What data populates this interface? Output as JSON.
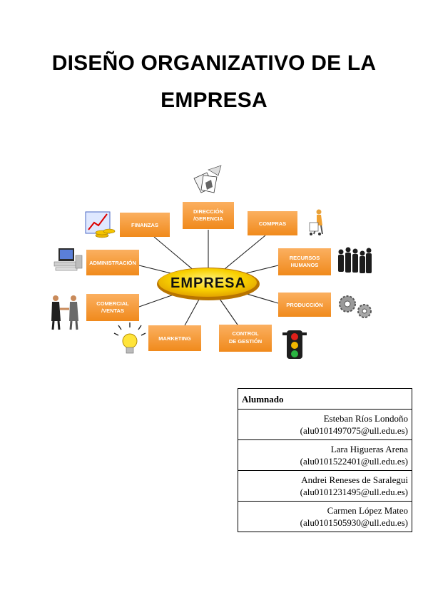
{
  "document": {
    "title_line1": "DISEÑO ORGANIZATIVO DE LA",
    "title_line2": "EMPRESA"
  },
  "diagram": {
    "center": "EMPRESA",
    "boxes": {
      "direccion": [
        "DIRECCIÓN",
        "/GERENCIA"
      ],
      "finanzas": [
        "FINANZAS"
      ],
      "compras": [
        "COMPRAS"
      ],
      "administracion": [
        "ADMINISTRACIÓN"
      ],
      "recursos": [
        "RECURSOS",
        "HUMANOS"
      ],
      "comercial": [
        "COMERCIAL",
        "/VENTAS"
      ],
      "produccion": [
        "PRODUCCIÓN"
      ],
      "marketing": [
        "MARKETING"
      ],
      "control": [
        "CONTROL",
        "DE GESTIÓN"
      ]
    },
    "icons": [
      "papers-icon",
      "finance-chart-coins-icon",
      "worker-cart-icon",
      "computer-icon",
      "people-group-icon",
      "handshake-icon",
      "gears-icon",
      "lightbulb-icon",
      "traffic-light-icon"
    ],
    "colors": {
      "box": "#f79633",
      "ellipse": "#f5c300",
      "ellipse_ring": "#d98a00"
    }
  },
  "students_table": {
    "header": "Alumnado",
    "rows": [
      {
        "name": "Esteban Ríos Londoño",
        "email": "(alu0101497075@ull.edu.es)"
      },
      {
        "name": "Lara Higueras Arena",
        "email": "(alu0101522401@ull.edu.es)"
      },
      {
        "name": "Andrei Reneses de Saralegui",
        "email": "(alu0101231495@ull.edu.es)"
      },
      {
        "name": "Carmen López Mateo",
        "email": "(alu0101505930@ull.edu.es)"
      }
    ]
  }
}
